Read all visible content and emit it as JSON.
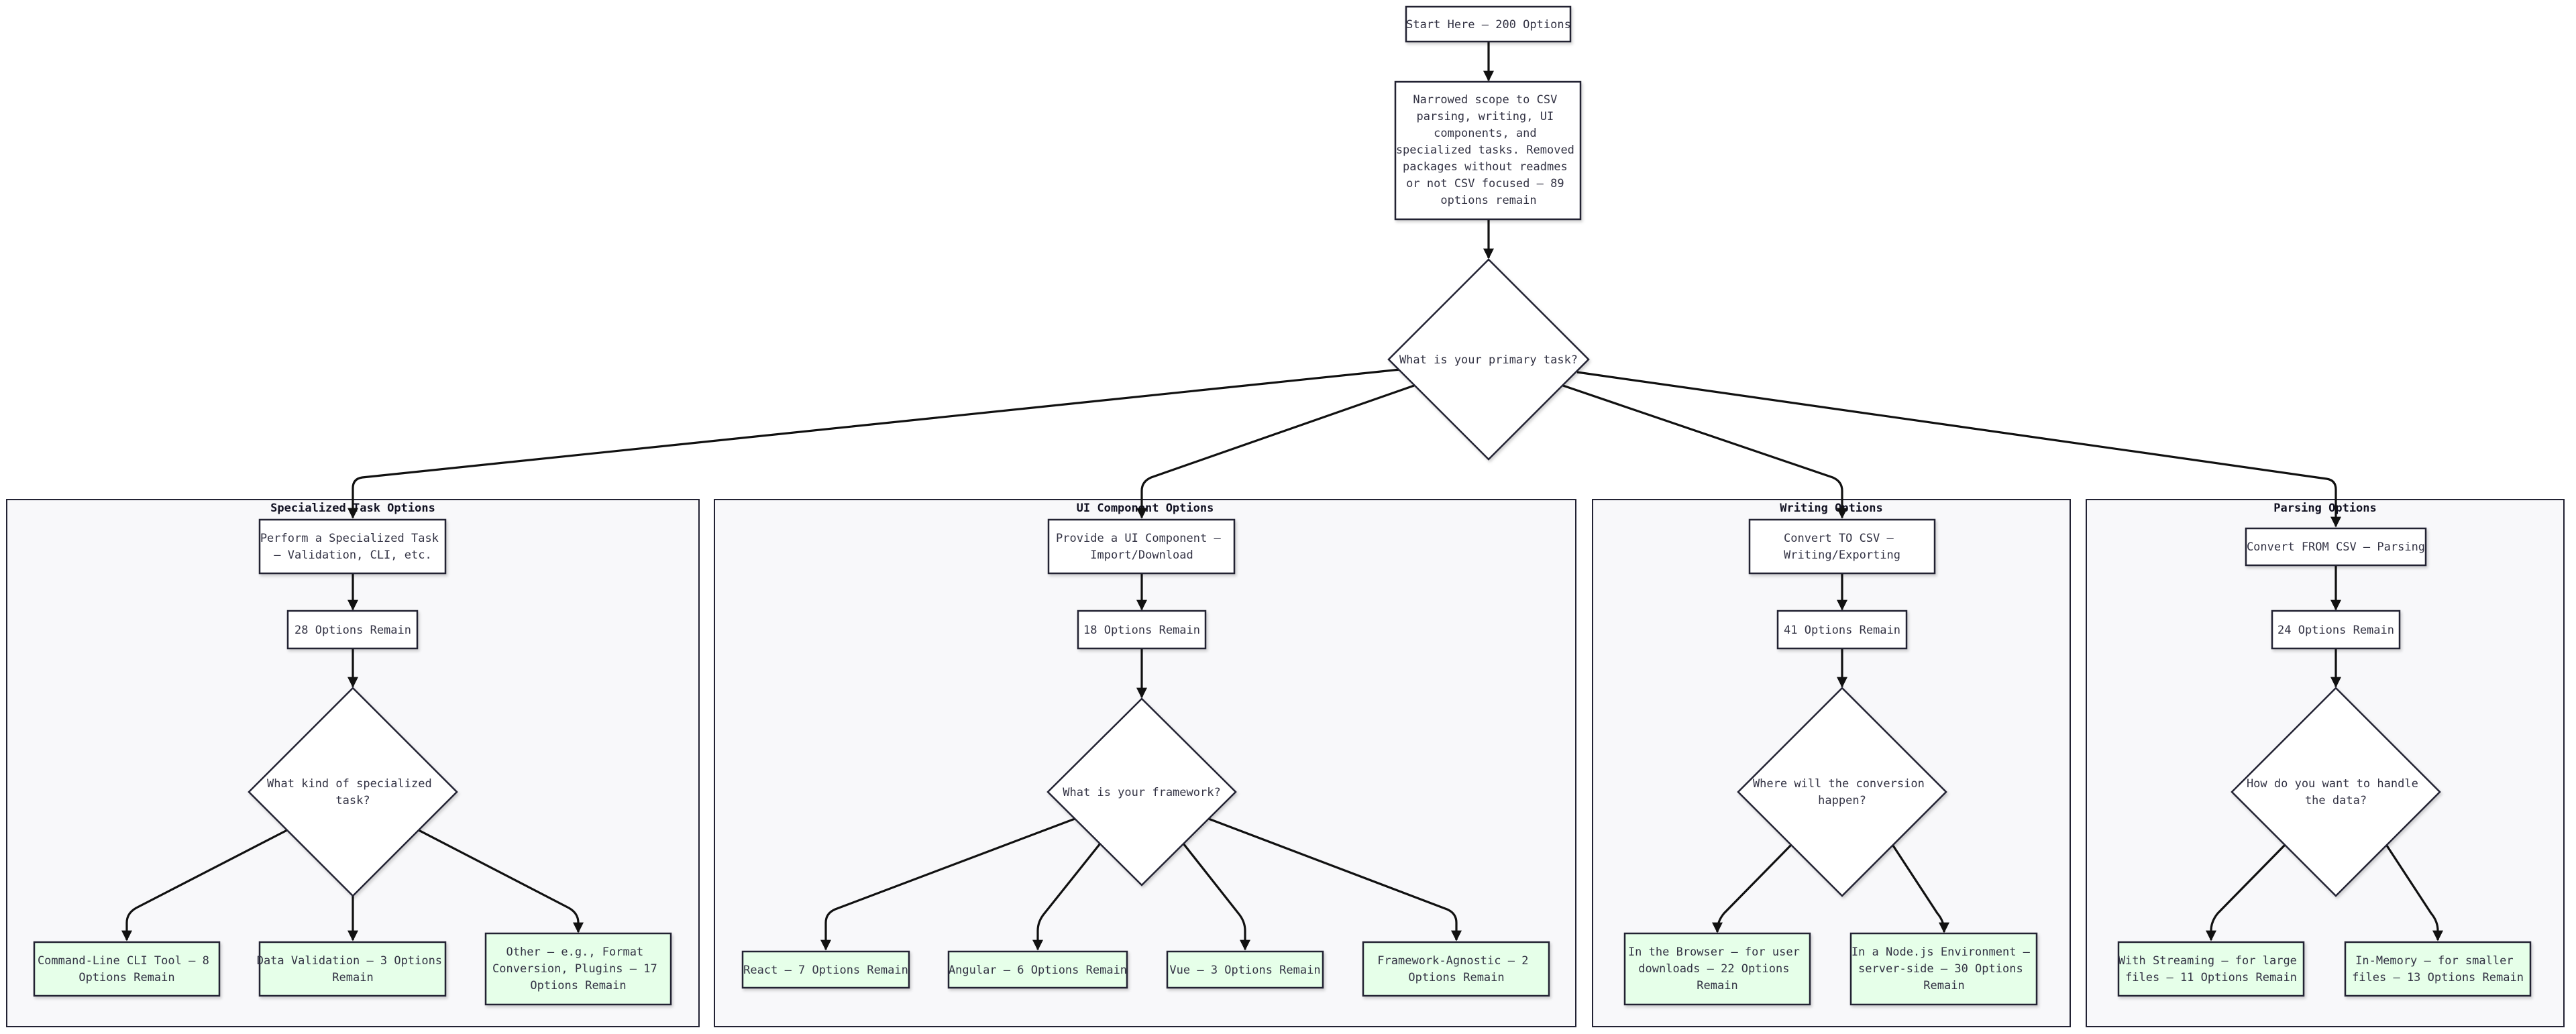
{
  "colors": {
    "background": "#ffffff",
    "cluster_fill": "#f8f8fa",
    "leaf_fill": "#e6ffe9",
    "stroke": "#222233",
    "text": "#333344"
  },
  "diagram": {
    "start": "Start Here – 200 Options",
    "narrowed": [
      "Narrowed scope to CSV",
      "parsing, writing, UI",
      "components, and",
      "specialized tasks. Removed",
      "packages without readmes",
      "or not CSV focused – 89",
      "options remain"
    ],
    "primary_question": "What is your primary task?",
    "clusters": {
      "specialized": {
        "title": "Specialized Task Options",
        "task": [
          "Perform a Specialized Task",
          "– Validation, CLI, etc."
        ],
        "remain": "28 Options Remain",
        "question": [
          "What kind of specialized",
          "task?"
        ],
        "leaves": [
          [
            "Command-Line CLI Tool – 8",
            "Options Remain"
          ],
          [
            "Data Validation – 3 Options",
            "Remain"
          ],
          [
            "Other – e.g., Format",
            "Conversion, Plugins – 17",
            "Options Remain"
          ]
        ]
      },
      "ui": {
        "title": "UI Component Options",
        "task": [
          "Provide a UI Component –",
          "Import/Download"
        ],
        "remain": "18 Options Remain",
        "question": [
          "What is your framework?"
        ],
        "leaves": [
          [
            "React – 7 Options Remain"
          ],
          [
            "Angular – 6 Options Remain"
          ],
          [
            "Vue – 3 Options Remain"
          ],
          [
            "Framework-Agnostic – 2",
            "Options Remain"
          ]
        ]
      },
      "writing": {
        "title": "Writing Options",
        "task": [
          "Convert TO CSV –",
          "Writing/Exporting"
        ],
        "remain": "41 Options Remain",
        "question": [
          "Where will the conversion",
          "happen?"
        ],
        "leaves": [
          [
            "In the Browser – for user",
            "downloads – 22 Options",
            "Remain"
          ],
          [
            "In a Node.js Environment –",
            "server-side – 30 Options",
            "Remain"
          ]
        ]
      },
      "parsing": {
        "title": "Parsing Options",
        "task": [
          "Convert FROM CSV – Parsing"
        ],
        "remain": "24 Options Remain",
        "question": [
          "How do you want to handle",
          "the data?"
        ],
        "leaves": [
          [
            "With Streaming – for large",
            "files – 11 Options Remain"
          ],
          [
            "In-Memory – for smaller",
            "files – 13 Options Remain"
          ]
        ]
      }
    }
  }
}
